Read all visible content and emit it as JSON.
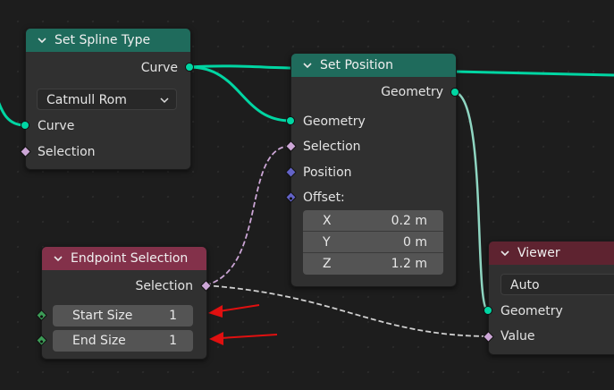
{
  "nodes": {
    "set_spline_type": {
      "title": "Set Spline Type",
      "output_curve": "Curve",
      "spline_type": "Catmull Rom",
      "input_curve": "Curve",
      "input_selection": "Selection"
    },
    "set_position": {
      "title": "Set Position",
      "output_geometry": "Geometry",
      "input_geometry": "Geometry",
      "input_selection": "Selection",
      "input_position": "Position",
      "input_offset": "Offset:",
      "offset": {
        "x_label": "X",
        "x_value": "0.2 m",
        "y_label": "Y",
        "y_value": "0 m",
        "z_label": "Z",
        "z_value": "1.2 m"
      }
    },
    "endpoint_selection": {
      "title": "Endpoint Selection",
      "output_selection": "Selection",
      "start_size_label": "Start Size",
      "start_size_value": "1",
      "end_size_label": "End Size",
      "end_size_value": "1"
    },
    "viewer": {
      "title": "Viewer",
      "domain": "Auto",
      "input_geometry": "Geometry",
      "input_value": "Value"
    }
  },
  "colors": {
    "geometry_wire": "#00d6a3",
    "boolean_wire": "#cca6d6",
    "annotation_arrow": "#e01010",
    "header_geometry": "#1f6b5c",
    "header_input": "#83314a",
    "header_output": "#5e2330"
  },
  "icons": {
    "collapse": "chevron-down-icon",
    "dropdown": "chevron-down-icon"
  }
}
